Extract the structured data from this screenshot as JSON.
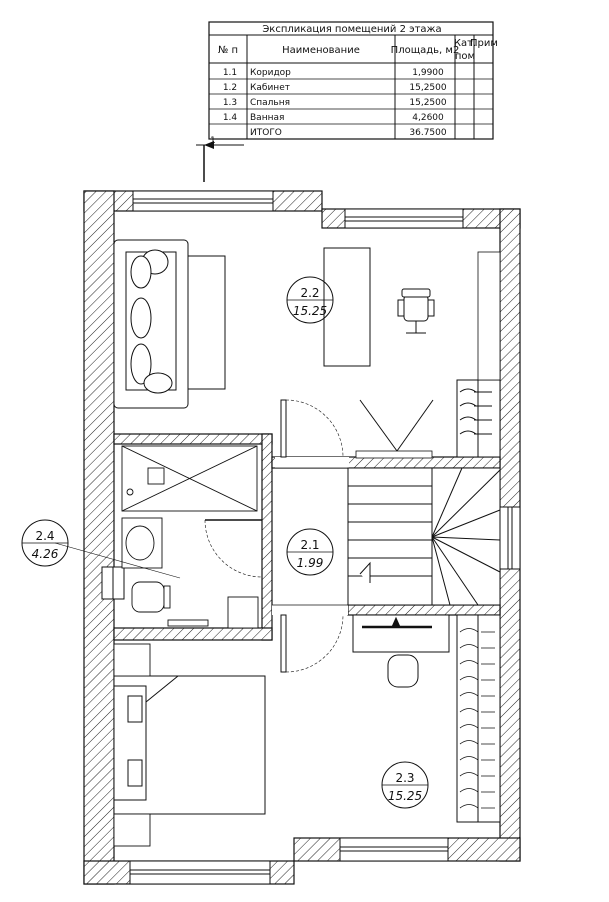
{
  "table": {
    "title": "Экспликация помещений  2 этажа",
    "headers": {
      "num": "№ п",
      "name": "Наименование",
      "area": "Площадь, м2",
      "cat1": "Кат.",
      "cat2": "пом",
      "note": "Прим"
    },
    "rows": [
      {
        "num": "1.1",
        "name": "Коридор",
        "area": "1,9900"
      },
      {
        "num": "1.2",
        "name": "Кабинет",
        "area": "15,2500"
      },
      {
        "num": "1.3",
        "name": "Спальня",
        "area": "15,2500"
      },
      {
        "num": "1.4",
        "name": "Ванная",
        "area": "4,2600"
      }
    ],
    "total": {
      "name": "ИТОГО",
      "area": "36.7500"
    }
  },
  "section_mark": "1",
  "rooms": [
    {
      "id": "2.2",
      "area": "15.25"
    },
    {
      "id": "2.1",
      "area": "1.99"
    },
    {
      "id": "2.4",
      "area": "4.26"
    },
    {
      "id": "2.3",
      "area": "15.25"
    }
  ]
}
